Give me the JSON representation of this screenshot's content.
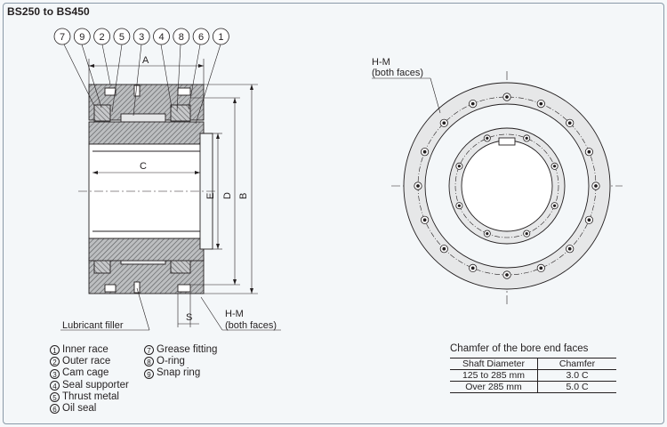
{
  "title": "BS250 to BS450",
  "callouts": [
    "7",
    "9",
    "2",
    "5",
    "3",
    "4",
    "8",
    "6",
    "1"
  ],
  "dimension_labels": {
    "a": "A",
    "b": "B",
    "c": "C",
    "d": "D",
    "e": "E",
    "s": "S"
  },
  "annotations": {
    "hm_line1": "H-M",
    "hm_line2": "(both faces)",
    "lubricant": "Lubricant filler"
  },
  "legend_left": [
    {
      "num": "1",
      "label": "Inner race"
    },
    {
      "num": "2",
      "label": "Outer race"
    },
    {
      "num": "3",
      "label": "Cam cage"
    },
    {
      "num": "4",
      "label": "Seal supporter"
    },
    {
      "num": "5",
      "label": "Thrust metal"
    },
    {
      "num": "6",
      "label": "Oil seal"
    }
  ],
  "legend_right": [
    {
      "num": "7",
      "label": "Grease fitting"
    },
    {
      "num": "8",
      "label": "O-ring"
    },
    {
      "num": "9",
      "label": "Snap ring"
    }
  ],
  "chamfer": {
    "title": "Chamfer of the bore end faces",
    "headers": [
      "Shaft Diameter",
      "Chamfer"
    ],
    "rows": [
      [
        "125 to 285 mm",
        "3.0 C"
      ],
      [
        "Over 285 mm",
        "5.0 C"
      ]
    ]
  },
  "colors": {
    "ink": "#231f20",
    "hatch": "#6d6e71",
    "fill_light": "#e6e7e8",
    "background": "#f4f7f9"
  }
}
